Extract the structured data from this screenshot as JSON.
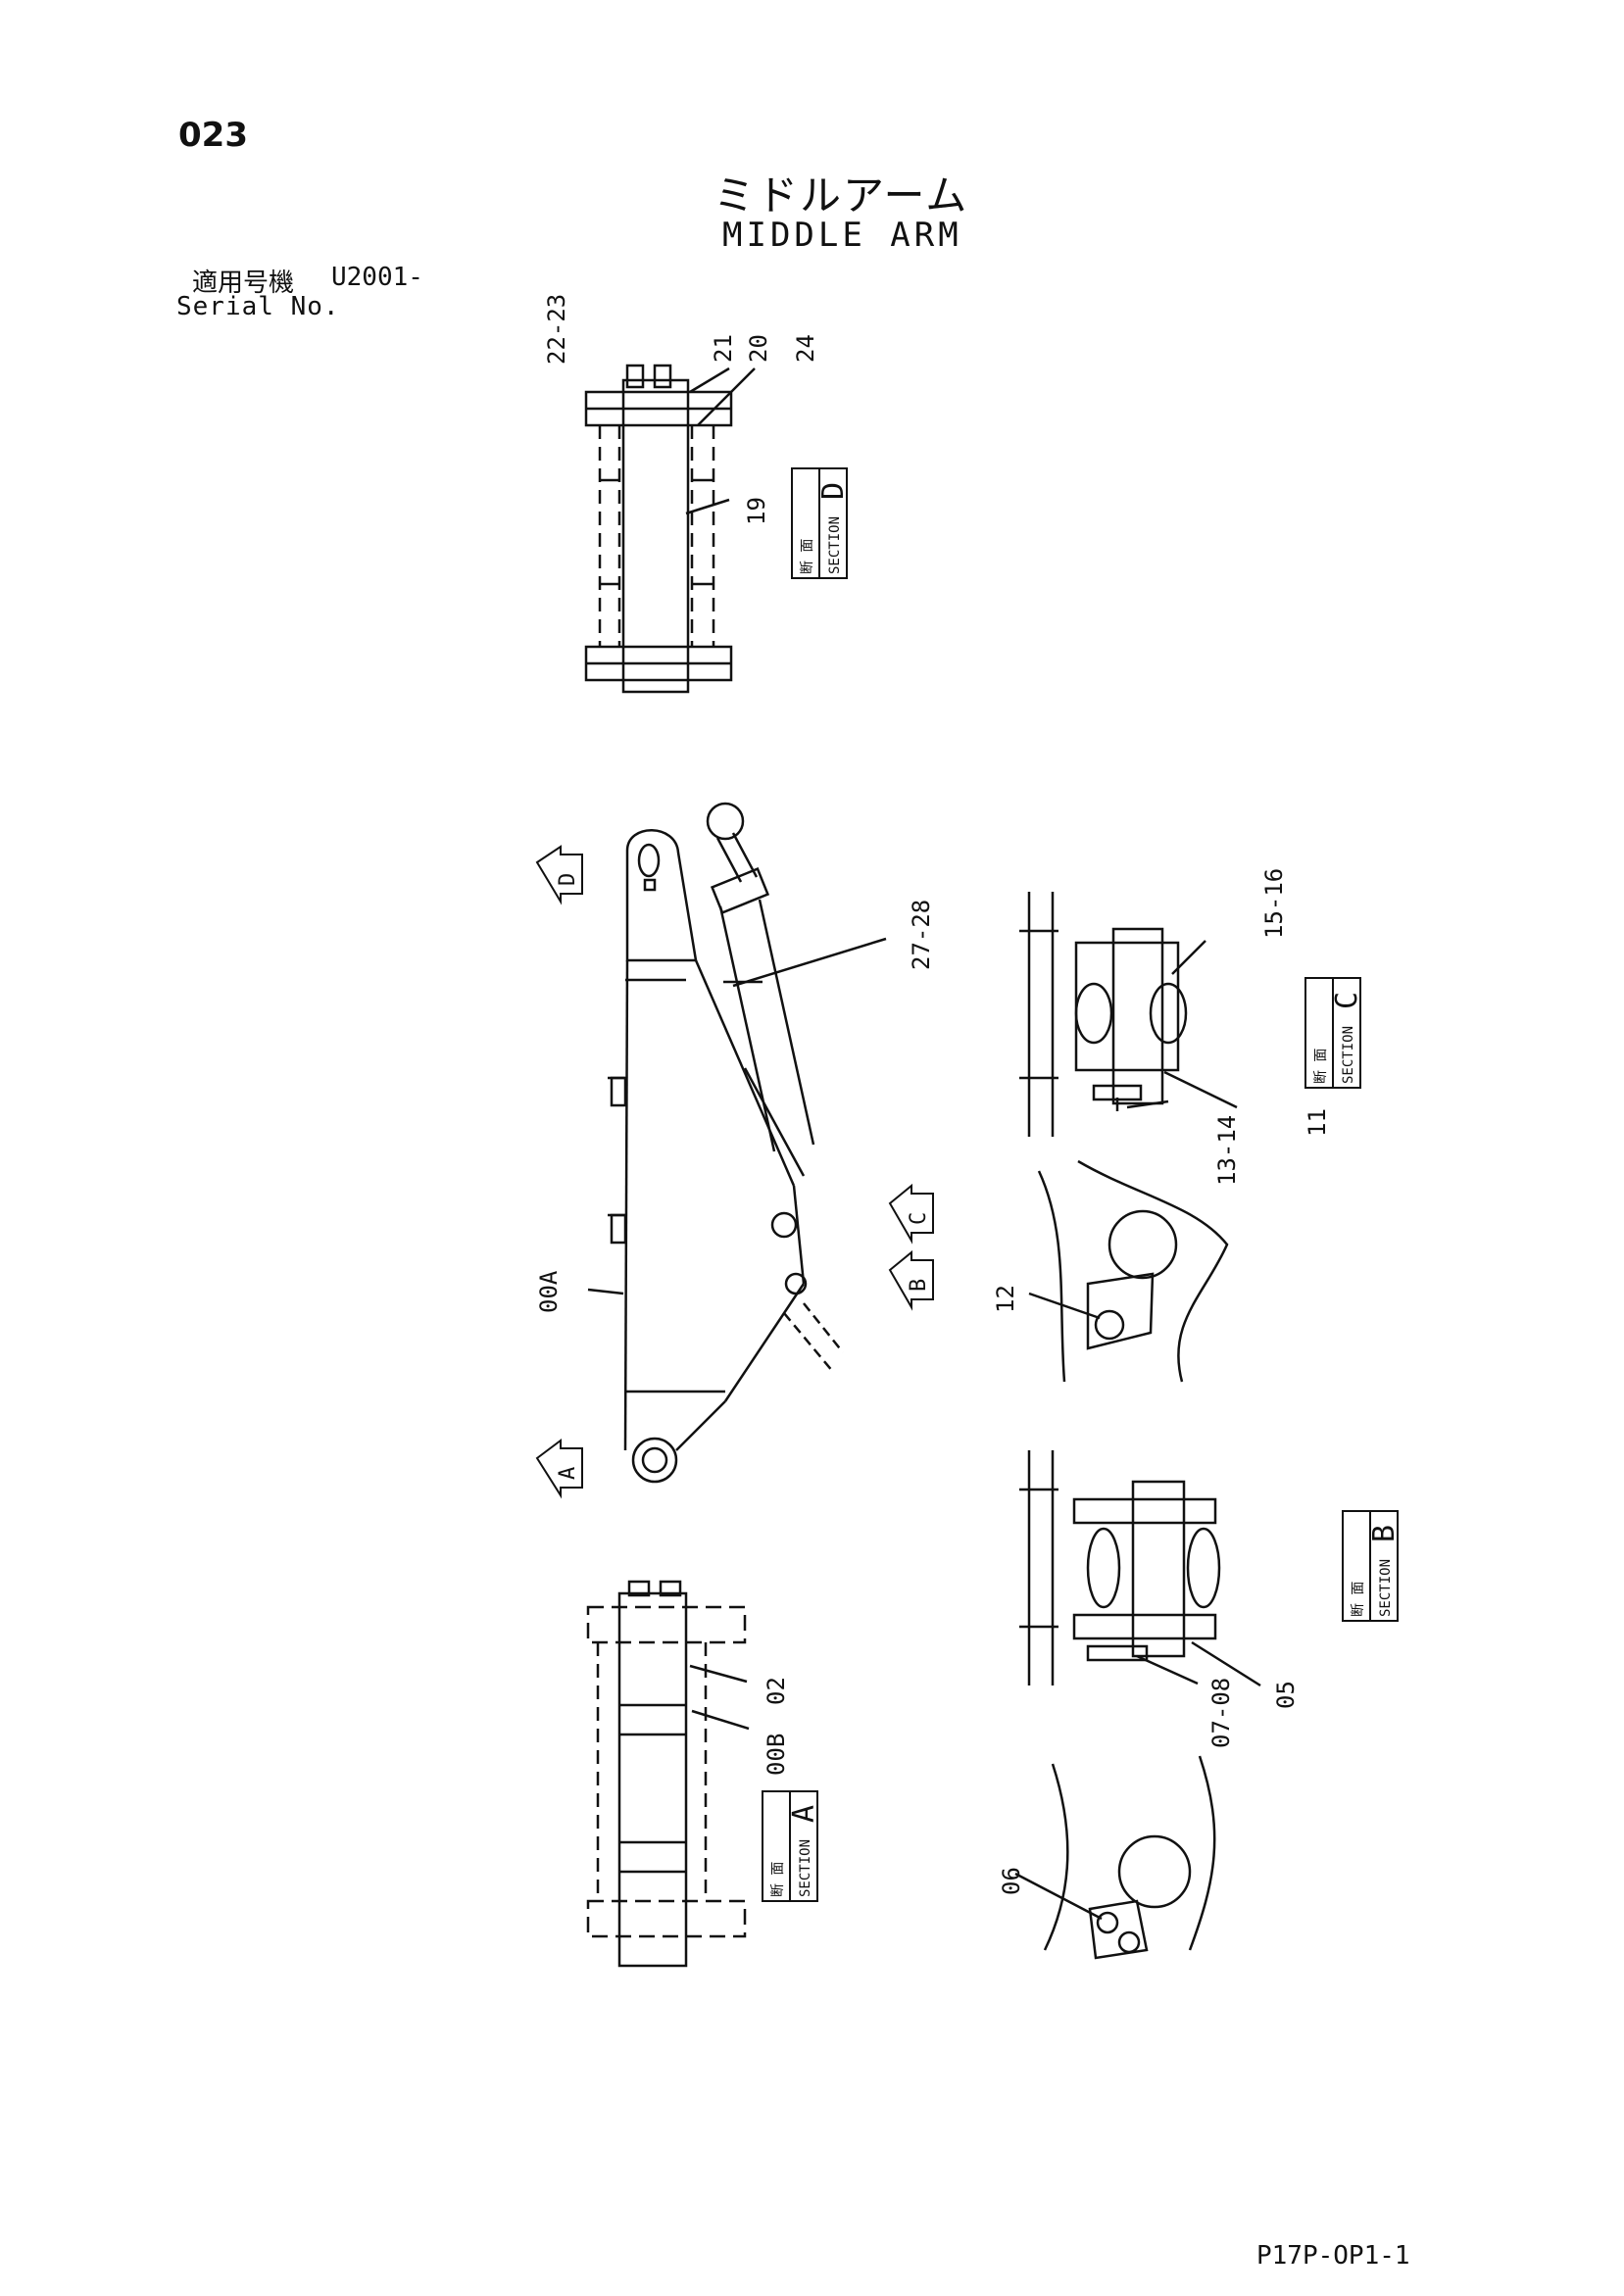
{
  "header": {
    "page_number": "023",
    "title_jp": "ミドルアーム",
    "title_en": "MIDDLE ARM",
    "serial_label_jp": "適用号機",
    "serial_value": "U2001-",
    "serial_label_en": "Serial No."
  },
  "footer": {
    "code": "P17P-OP1-1"
  },
  "sections": {
    "section_word_jp": "断 面",
    "section_word_en": "SECTION",
    "d": "D",
    "c": "C",
    "b": "B",
    "a": "A"
  },
  "view_arrows": {
    "d": "D",
    "c": "C",
    "b": "B",
    "a": "A"
  },
  "part_labels": {
    "p22_23": "22-23",
    "p21": "21",
    "p20": "20",
    "p24": "24",
    "p19": "19",
    "p27_28": "27-28",
    "p15_16": "15-16",
    "p13_14": "13-14",
    "p11": "11",
    "p12": "12",
    "p00A": "00A",
    "p07_08": "07-08",
    "p05": "05",
    "p02": "02",
    "p00B": "00B",
    "p06": "06"
  }
}
